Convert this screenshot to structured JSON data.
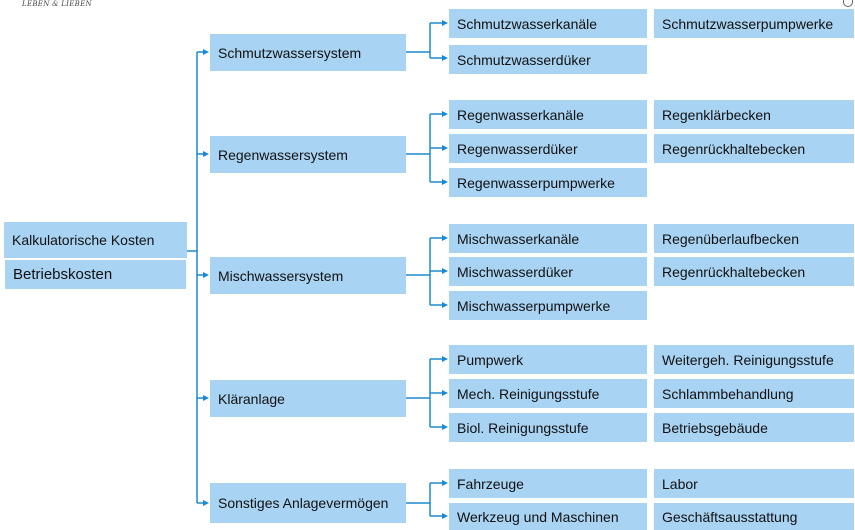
{
  "header": {
    "logo_text": "LEBEN & LIEBEN"
  },
  "root": {
    "title": "Kalkulatorische Kosten",
    "subtitle": "Betriebskosten"
  },
  "systems": [
    {
      "label": "Schmutzwassersystem",
      "children": [
        "Schmutzwasserkanäle",
        "Schmutzwasserdüker"
      ],
      "extras": [
        "Schmutzwasserpumpwerke"
      ]
    },
    {
      "label": "Regenwassersystem",
      "children": [
        "Regenwasserkanäle",
        "Regenwasserdüker",
        "Regenwasserpumpwerke"
      ],
      "extras": [
        "Regenklärbecken",
        "Regenrückhaltebecken"
      ]
    },
    {
      "label": "Mischwassersystem",
      "children": [
        "Mischwasserkanäle",
        "Mischwasserdüker",
        "Mischwasserpumpwerke"
      ],
      "extras": [
        "Regenüberlaufbecken",
        "Regenrückhaltebecken"
      ]
    },
    {
      "label": "Kläranlage",
      "children": [
        "Pumpwerk",
        "Mech. Reinigungsstufe",
        "Biol. Reinigungsstufe"
      ],
      "extras": [
        "Weitergeh. Reinigungsstufe",
        "Schlammbehandlung",
        "Betriebsgebäude"
      ]
    },
    {
      "label": "Sonstiges Anlagevermögen",
      "children": [
        "Fahrzeuge",
        "Werkzeug und Maschinen"
      ],
      "extras": [
        "Labor",
        "Geschäftsausstattung"
      ]
    }
  ]
}
